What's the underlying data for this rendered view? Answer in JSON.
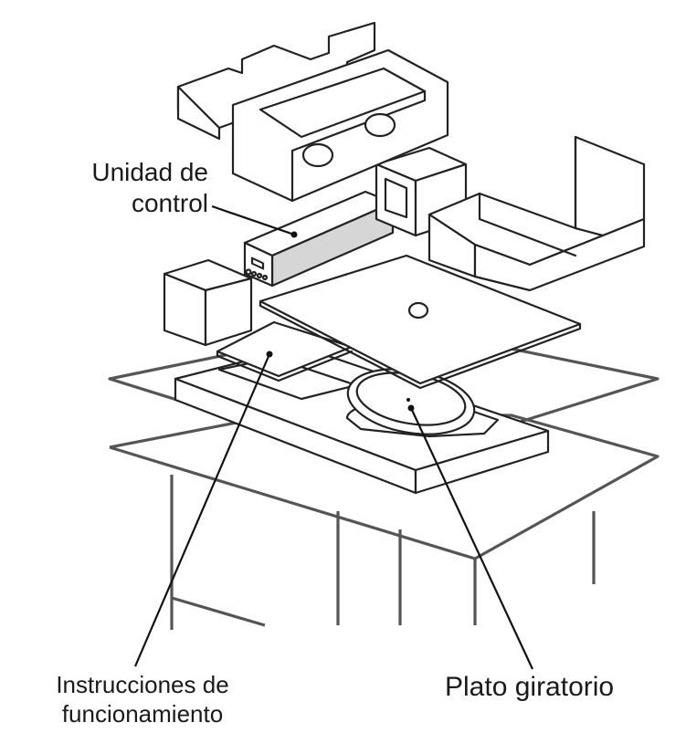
{
  "labels": {
    "control_unit_line1": "Unidad de",
    "control_unit_line2": "control",
    "instructions_line1": "Instrucciones de",
    "instructions_line2": "funcionamiento",
    "turntable": "Plato giratorio"
  },
  "colors": {
    "outline": "#222222",
    "carton": "#555555",
    "control_unit_fill": "#d6d6d6",
    "background": "#ffffff"
  }
}
